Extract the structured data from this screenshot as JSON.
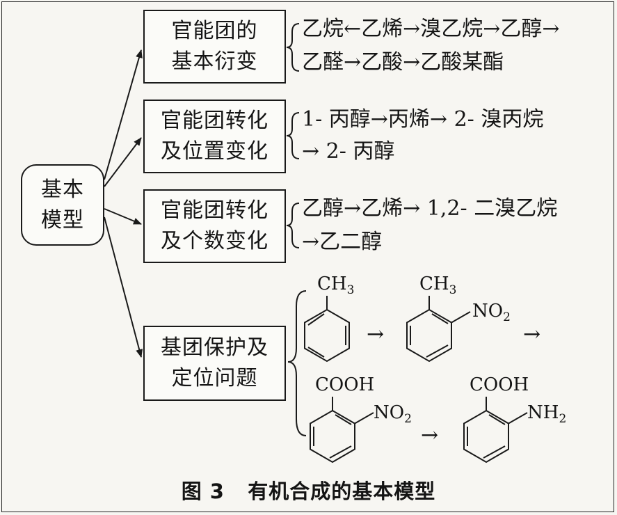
{
  "root": {
    "line1": "基本",
    "line2": "模型"
  },
  "branches": [
    {
      "line1": "官能团的",
      "line2": "基本衍变",
      "seq1": "乙烷←乙烯→溴乙烷→乙醇→",
      "seq2": "乙醛→乙酸→乙酸某酯"
    },
    {
      "line1": "官能团转化",
      "line2": "及位置变化",
      "seq1": "1- 丙醇→丙烯→ 2- 溴丙烷",
      "seq2": "→ 2- 丙醇"
    },
    {
      "line1": "官能团转化",
      "line2": "及个数变化",
      "seq1": "乙醇→乙烯→ 1,2- 二溴乙烷",
      "seq2": "→乙二醇"
    },
    {
      "line1": "基团保护及",
      "line2": "定位问题"
    }
  ],
  "chem": {
    "ch3": "CH",
    "ch3_sub": "3",
    "no2": "NO",
    "no2_sub": "2",
    "cooh": "COOH",
    "nh2": "NH",
    "nh2_sub": "2",
    "arrow": "→"
  },
  "caption": "图 3   有机合成的基本模型"
}
